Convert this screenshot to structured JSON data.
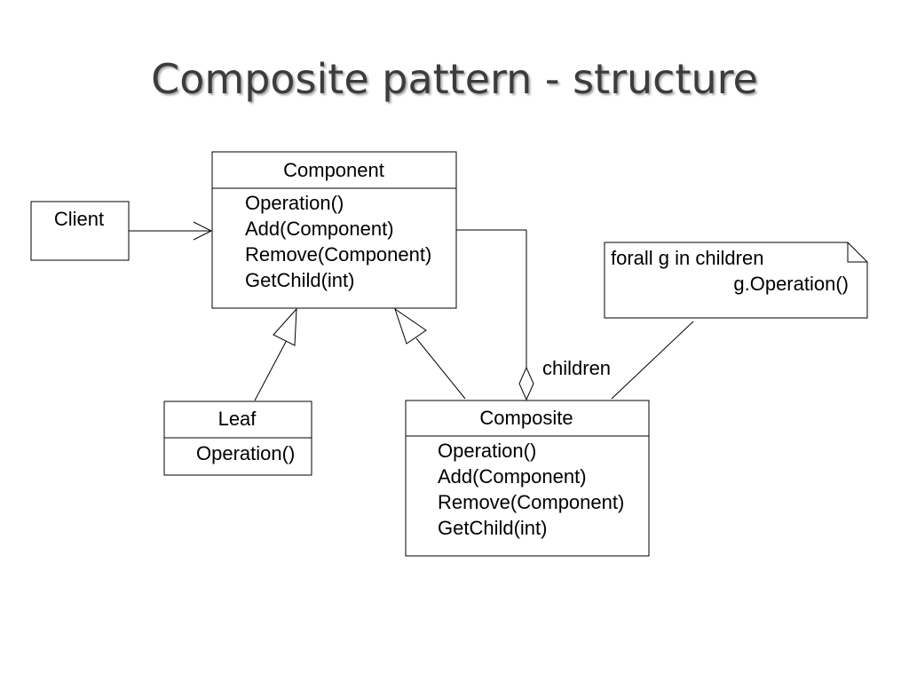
{
  "title": "Composite pattern - structure",
  "client": {
    "name": "Client"
  },
  "component": {
    "name": "Component",
    "operations": [
      "Operation()",
      "Add(Component)",
      "Remove(Component)",
      "GetChild(int)"
    ]
  },
  "leaf": {
    "name": "Leaf",
    "operations": [
      "Operation()"
    ]
  },
  "composite": {
    "name": "Composite",
    "operations": [
      "Operation()",
      "Add(Component)",
      "Remove(Component)",
      "GetChild(int)"
    ]
  },
  "association_label": "children",
  "note": {
    "line1": "forall g in children",
    "line2": "g.Operation()"
  }
}
